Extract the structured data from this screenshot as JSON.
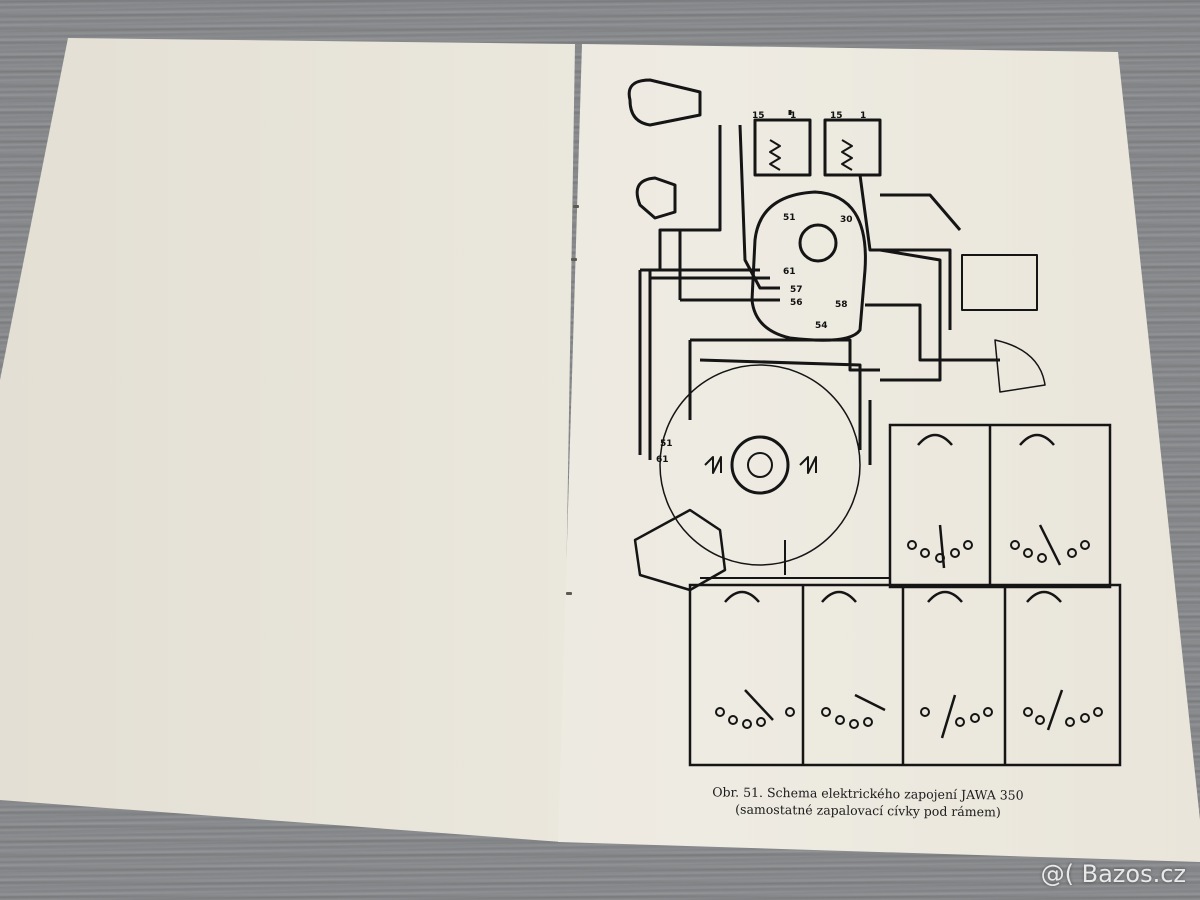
{
  "figure": {
    "caption_line1": "Obr. 51. Schema elektrického zapojení JAWA 350",
    "caption_line2": "(samostatné zapalovací cívky pod rámem)"
  },
  "terminals": {
    "coil_left": "15",
    "coil_left_b": "1",
    "coil_right": "15",
    "coil_right_b": "1",
    "t51": "51",
    "t30": "30",
    "t61": "61",
    "t57": "57",
    "t56": "56",
    "t58": "58",
    "t54": "54",
    "gen51": "51",
    "gen61": "61"
  },
  "watermark": "@( Bazos.cz"
}
